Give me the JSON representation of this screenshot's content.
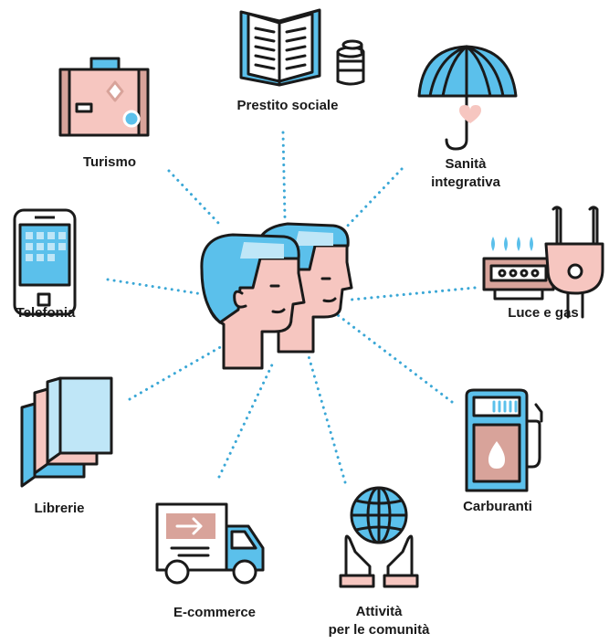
{
  "colors": {
    "outline": "#1a1a1a",
    "blue": "#5bc0eb",
    "light_blue": "#bfe6f7",
    "pink": "#f6c6c0",
    "rose": "#d8a39a",
    "dots": "#3aa7d6"
  },
  "center": {
    "icon": "two-heads-icon"
  },
  "services": [
    {
      "key": "prestito",
      "icon": "book-coins-icon",
      "lines": [
        "Prestito sociale"
      ]
    },
    {
      "key": "sanita",
      "icon": "umbrella-heart-icon",
      "lines": [
        "Sanità",
        "integrativa"
      ]
    },
    {
      "key": "luce",
      "icon": "stove-plug-icon",
      "lines": [
        "Luce e gas"
      ]
    },
    {
      "key": "carburanti",
      "icon": "fuel-pump-icon",
      "lines": [
        "Carburanti"
      ]
    },
    {
      "key": "attivita",
      "icon": "globe-hands-icon",
      "lines": [
        "Attività",
        "per le comunità"
      ]
    },
    {
      "key": "ecommerce",
      "icon": "delivery-truck-icon",
      "lines": [
        "E-commerce"
      ]
    },
    {
      "key": "librerie",
      "icon": "books-icon",
      "lines": [
        "Librerie"
      ]
    },
    {
      "key": "telefonia",
      "icon": "smartphone-icon",
      "lines": [
        "Telefonia"
      ]
    },
    {
      "key": "turismo",
      "icon": "suitcase-icon",
      "lines": [
        "Turismo"
      ]
    }
  ]
}
